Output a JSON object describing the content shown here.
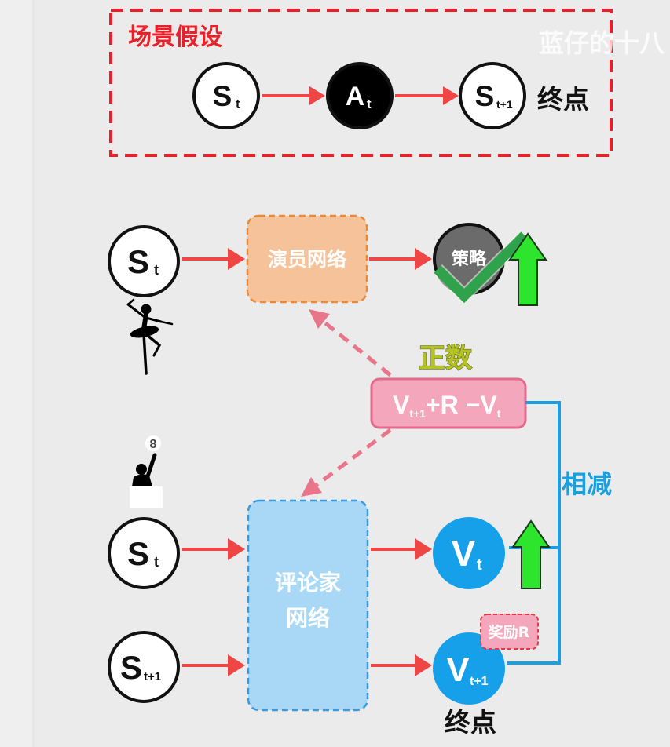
{
  "top_panel": {
    "title": "场景假设",
    "state": {
      "letter": "S",
      "sub": "t"
    },
    "action": {
      "letter": "A",
      "sub": "t"
    },
    "next_state": {
      "letter": "S",
      "sub": "t+1"
    },
    "end_label": "终点"
  },
  "watermark": "蓝仔的十八",
  "actor": {
    "input": {
      "letter": "S",
      "sub": "t"
    },
    "network_label": "演员网络",
    "output_label": "策略"
  },
  "advantage": {
    "sign_label": "正数",
    "formula": {
      "v_next": "V",
      "v_next_sub": "t+1",
      "middle": "+R −V",
      "v_sub": "t"
    }
  },
  "subtract_label": "相减",
  "critic": {
    "sign_number": "8",
    "input_current": {
      "letter": "S",
      "sub": "t"
    },
    "input_next": {
      "letter": "S",
      "sub": "t+1"
    },
    "network_label_lines": [
      "评论家",
      "网络"
    ],
    "output_current": {
      "letter": "V",
      "sub": "t"
    },
    "output_next": {
      "letter": "V",
      "sub": "t+1"
    },
    "reward_label": "奖励R",
    "end_label": "终点"
  },
  "icons": {
    "actor_figure": "ballerina-icon",
    "critic_figure": "person-holding-sign-icon",
    "approval": "checkmark-icon",
    "increase": "up-arrow-icon"
  },
  "colors": {
    "frame_red": "#e8202a",
    "arrow_red": "#f04545",
    "actor_fill": "#f5c29a",
    "actor_border": "#e88a3a",
    "critic_fill": "#a8d8f5",
    "critic_border": "#3a9ae0",
    "value_blue": "#16a0ea",
    "formula_pink": "#f4a6bd",
    "feedback_pink": "#e8758a",
    "up_green": "#2ee52e",
    "check_green": "#31a24c",
    "positive_olive": "#b4c224",
    "policy_gray": "#6b6b6b"
  }
}
